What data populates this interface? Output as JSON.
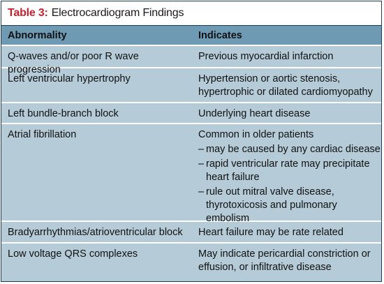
{
  "table": {
    "label": "Table 3:",
    "title": "Electrocardiogram Findings",
    "headers": [
      "Abnormality",
      "Indicates"
    ],
    "rows": [
      {
        "abnormality": "Q-waves and/or poor R wave progression",
        "indicates": "Previous myocardial infarction"
      },
      {
        "abnormality": "Left ventricular hypertrophy",
        "indicates": "Hypertension or aortic stenosis, hypertrophic or dilated cardiomyopathy"
      },
      {
        "abnormality": "Left bundle-branch block",
        "indicates": "Underlying heart disease"
      },
      {
        "abnormality": "Atrial fibrillation",
        "indicates": "Common in older patients",
        "subpoints": [
          "may be caused by any cardiac disease",
          "rapid ventricular rate may precipitate heart failure",
          "rule out mitral valve disease, thyrotoxicosis and pulmonary embolism"
        ]
      },
      {
        "abnormality": "Bradyarrhythmias/atrioventricular block",
        "indicates": "Heart failure may be rate related"
      },
      {
        "abnormality": "Low voltage QRS complexes",
        "indicates": "May indicate pericardial constriction or effusion, or infiltrative disease"
      }
    ]
  }
}
